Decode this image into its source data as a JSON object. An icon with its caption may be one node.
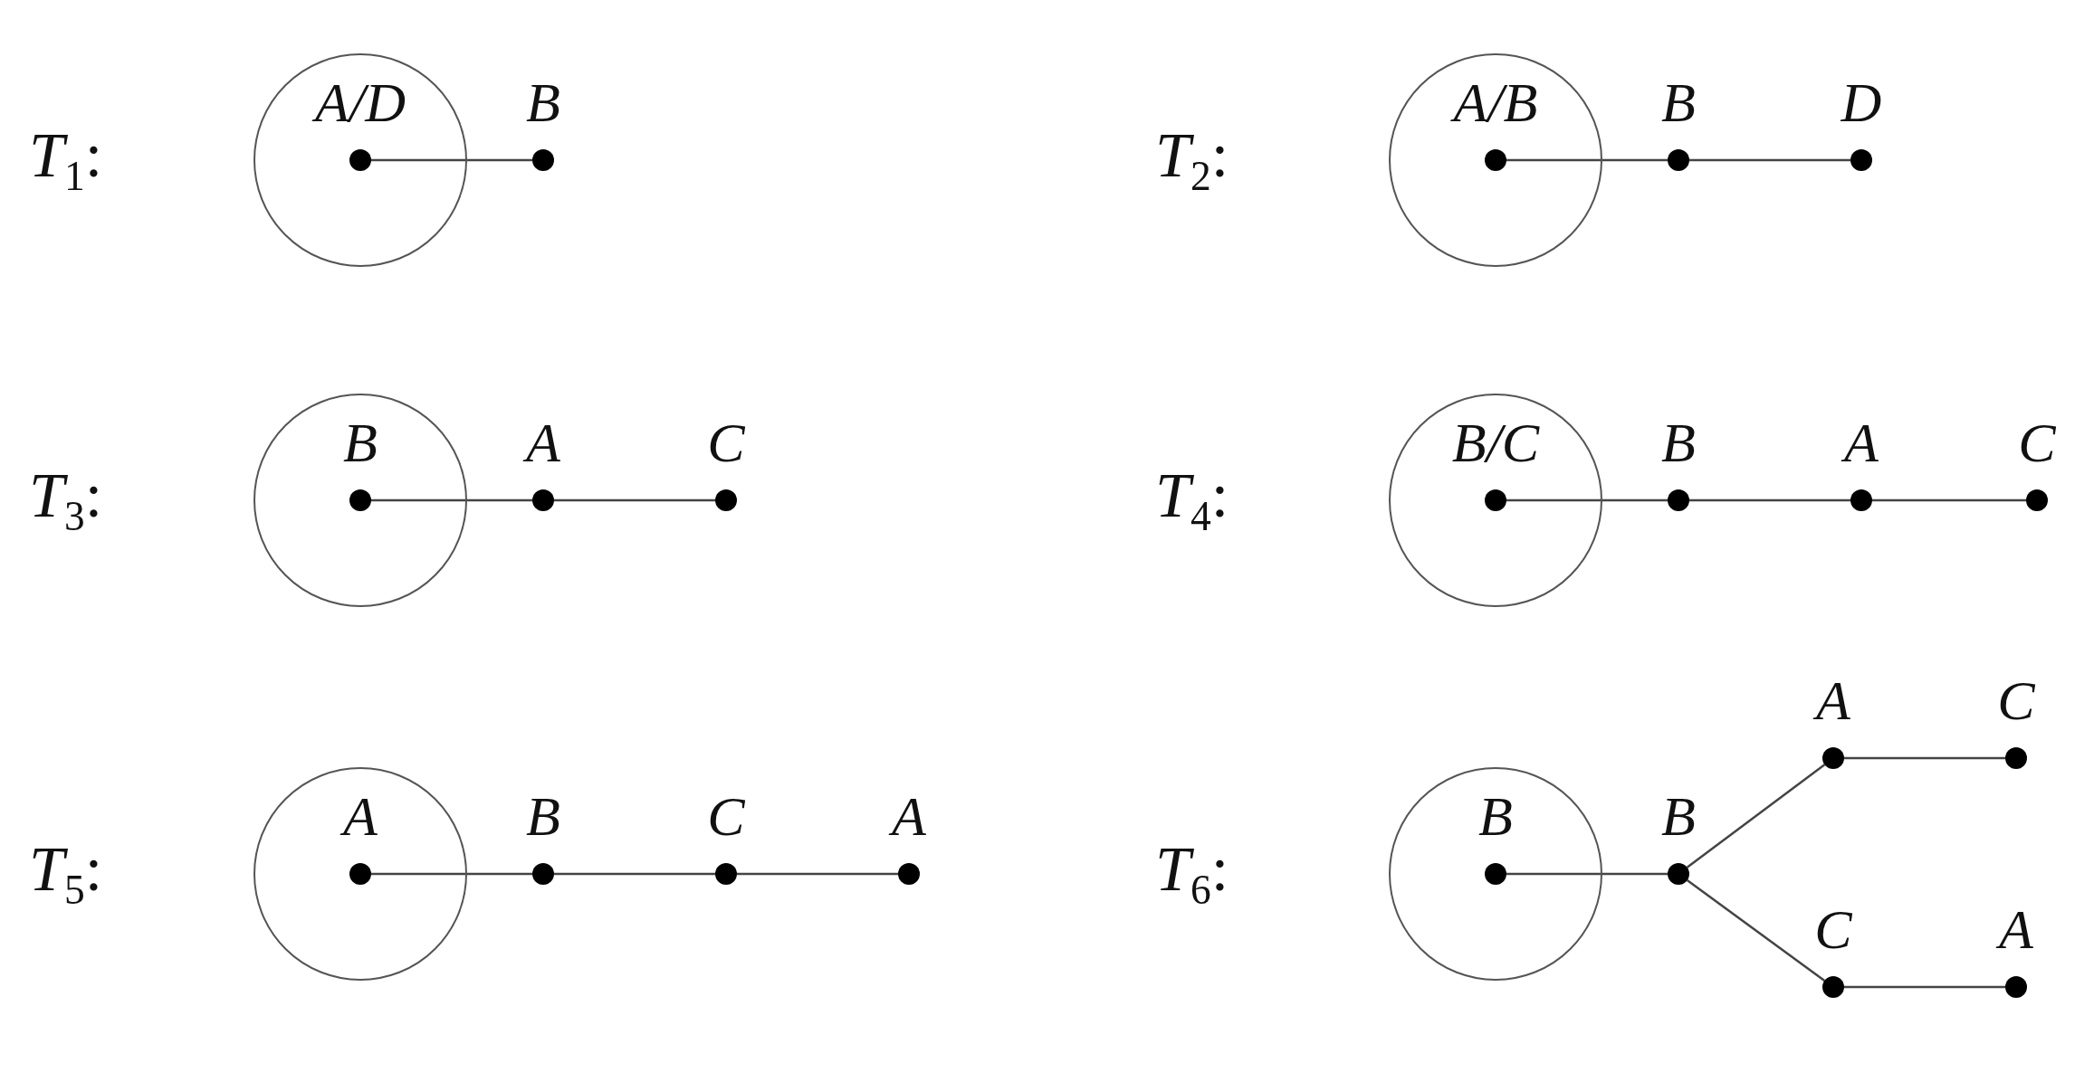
{
  "diagram": {
    "nodes": [
      {
        "text": [],
        "shape": "circle"
      },
      {
        "text": [],
        "shape": "circle",
        "in": 0,
        "beside": [
          "A/D"
        ]
      },
      {
        "text": [],
        "shape": "circle",
        "beside": [
          "B"
        ]
      },
      {
        "text": [],
        "shape": "circle"
      },
      {
        "text": [],
        "shape": "circle",
        "in": 3,
        "beside": [
          "A/B"
        ]
      },
      {
        "text": [],
        "shape": "circle",
        "beside": [
          "B"
        ]
      },
      {
        "text": [],
        "shape": "circle",
        "beside": [
          "D"
        ]
      },
      {
        "text": [],
        "shape": "circle"
      },
      {
        "text": [],
        "shape": "circle",
        "in": 7,
        "beside": [
          "B"
        ]
      },
      {
        "text": [],
        "shape": "circle",
        "beside": [
          "A"
        ]
      },
      {
        "text": [],
        "shape": "circle",
        "beside": [
          "C"
        ]
      },
      {
        "text": [],
        "shape": "circle"
      },
      {
        "text": [],
        "shape": "circle",
        "in": 11,
        "beside": [
          "B/C"
        ]
      },
      {
        "text": [],
        "shape": "circle",
        "beside": [
          "B"
        ]
      },
      {
        "text": [],
        "shape": "circle",
        "beside": [
          "A"
        ]
      },
      {
        "text": [],
        "shape": "circle",
        "beside": [
          "C"
        ]
      },
      {
        "text": [],
        "shape": "circle"
      },
      {
        "text": [],
        "shape": "circle",
        "in": 16,
        "beside": [
          "A"
        ]
      },
      {
        "text": [],
        "shape": "circle",
        "beside": [
          "B"
        ]
      },
      {
        "text": [],
        "shape": "circle",
        "beside": [
          "C"
        ]
      },
      {
        "text": [],
        "shape": "circle",
        "beside": [
          "A"
        ]
      },
      {
        "text": [],
        "shape": "circle"
      },
      {
        "text": [],
        "shape": "circle",
        "in": 21,
        "beside": [
          "B"
        ]
      },
      {
        "text": [],
        "shape": "circle",
        "beside": [
          "B"
        ]
      },
      {
        "text": [],
        "shape": "circle",
        "beside": [
          "A"
        ]
      },
      {
        "text": [],
        "shape": "circle",
        "beside": [
          "C"
        ]
      },
      {
        "text": [],
        "shape": "circle",
        "beside": [
          "C"
        ]
      },
      {
        "text": [],
        "shape": "circle",
        "beside": [
          "A"
        ]
      }
    ],
    "edges": [
      {
        "from": 1,
        "to": 2,
        "arrow": "none"
      },
      {
        "from": 4,
        "to": 5,
        "arrow": "none"
      },
      {
        "from": 5,
        "to": 6,
        "arrow": "none"
      },
      {
        "from": 8,
        "to": 9,
        "arrow": "none"
      },
      {
        "from": 9,
        "to": 10,
        "arrow": "none"
      },
      {
        "from": 12,
        "to": 13,
        "arrow": "none"
      },
      {
        "from": 13,
        "to": 14,
        "arrow": "none"
      },
      {
        "from": 14,
        "to": 15,
        "arrow": "none"
      },
      {
        "from": 17,
        "to": 18,
        "arrow": "none"
      },
      {
        "from": 18,
        "to": 19,
        "arrow": "none"
      },
      {
        "from": 19,
        "to": 20,
        "arrow": "none"
      },
      {
        "from": 22,
        "to": 23,
        "arrow": "none"
      },
      {
        "from": 23,
        "to": 24,
        "arrow": "none"
      },
      {
        "from": 24,
        "to": 25,
        "arrow": "none"
      },
      {
        "from": 23,
        "to": 26,
        "arrow": "none"
      },
      {
        "from": 26,
        "to": 27,
        "arrow": "none"
      }
    ],
    "labels": [
      "*T*$_{1}$:",
      "*T*$_{2}$:",
      "*T*$_{3}$:",
      "*T*$_{4}$:",
      "*T*$_{5}$:",
      "*T*$_{6}$:"
    ]
  }
}
